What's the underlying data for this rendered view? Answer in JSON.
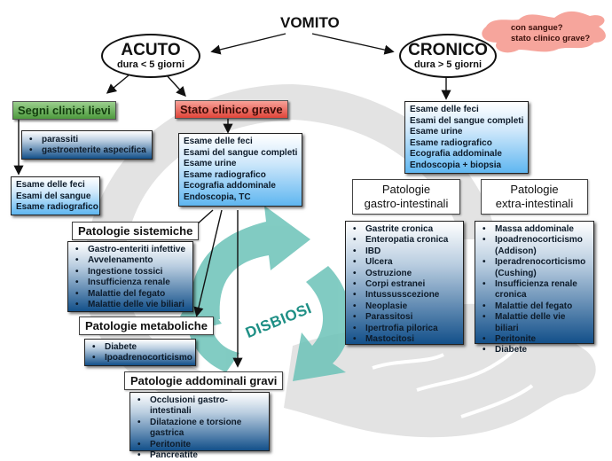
{
  "root": {
    "title": "VOMITO"
  },
  "acuto": {
    "title": "ACUTO",
    "subtitle": "dura < 5 giorni"
  },
  "cronico": {
    "title": "CRONICO",
    "subtitle": "dura > 5 giorni"
  },
  "splat": {
    "lines": [
      "con sangue?",
      "stato clinico grave?"
    ],
    "color": "#f4a39a"
  },
  "segni_lievi": {
    "label": "Segni clinici lievi",
    "causes": [
      "parassiti",
      "gastroenterite aspecifica"
    ],
    "exams": [
      "Esame delle feci",
      "Esami del sangue",
      "Esame radiografico"
    ]
  },
  "stato_grave": {
    "label": "Stato clinico grave",
    "exams": [
      "Esame delle feci",
      "Esami del sangue completi",
      "Esame urine",
      "Esame radiografico",
      "Ecografia addominale",
      "Endoscopia, TC"
    ]
  },
  "patologie_sistemiche": {
    "label": "Patologie sistemiche",
    "items": [
      "Gastro-enteriti infettive",
      "Avvelenamento",
      "Ingestione tossici",
      "Insufficienza renale",
      "Malattie del fegato",
      "Malattie delle vie biliari"
    ]
  },
  "patologie_metaboliche": {
    "label": "Patologie metaboliche",
    "items": [
      "Diabete",
      "Ipoadrenocorticismo"
    ]
  },
  "patologie_addominali": {
    "label": "Patologie addominali gravi",
    "items": [
      "Occlusioni gastro-intestinali",
      "Dilatazione e torsione gastrica",
      "Peritonite",
      "Pancreatite"
    ]
  },
  "cronico_exams": [
    "Esame delle feci",
    "Esami del sangue completi",
    "Esame urine",
    "Esame radiografico",
    "Ecografia addominale",
    "Endoscopia + biopsia"
  ],
  "gastro_intestinali": {
    "label_line1": "Patologie",
    "label_line2": "gastro-intestinali",
    "items": [
      "Gastrite cronica",
      "Enteropatia cronica",
      "IBD",
      "Ulcera",
      "Ostruzione",
      "Corpi estranei",
      "Intussusscezione",
      "Neoplasie",
      "Parassitosi",
      "Ipertrofia pilorica",
      "Mastocitosi"
    ]
  },
  "extra_intestinali": {
    "label_line1": "Patologie",
    "label_line2": "extra-intestinali",
    "items": [
      "Massa addominale",
      "Ipoadrenocorticismo (Addison)",
      "Iperadrenocorticismo (Cushing)",
      "Insufficienza renale cronica",
      "Malattie del fegato",
      "Malattie delle vie biliari",
      "Peritonite",
      "Diabete"
    ]
  },
  "disbiosi": {
    "label": "DISBIOSI",
    "color": "#5fbfb4"
  },
  "colors": {
    "background_shape": "#e2e2e2",
    "green": "#5aa64a",
    "red": "#e8564a",
    "blue_light": "#5fb6f0",
    "blue_dark": "#13508a"
  }
}
